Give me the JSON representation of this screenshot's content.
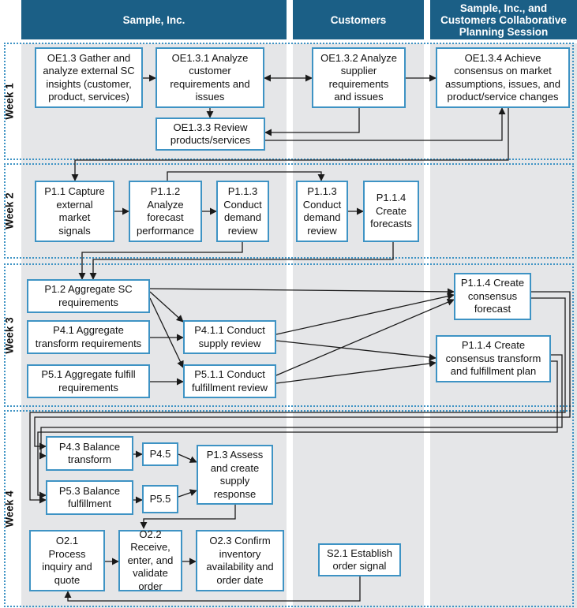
{
  "lanes": [
    {
      "id": "sample",
      "title": "Sample, Inc."
    },
    {
      "id": "customers",
      "title": "Customers"
    },
    {
      "id": "collab",
      "title": "Sample, Inc., and\nCustomers Collaborative\nPlanning Session"
    }
  ],
  "weeks": [
    "Week 1",
    "Week 2",
    "Week 3",
    "Week 4"
  ],
  "nodes": {
    "oe1_3": "OE1.3 Gather and\nanalyze external SC\ninsights (customer,\nproduct, services)",
    "oe1_3_1": "OE1.3.1 Analyze\ncustomer\nrequirements and\nissues",
    "oe1_3_2": "OE1.3.2 Analyze\nsupplier\nrequirements\nand issues",
    "oe1_3_4": "OE1.3.4 Achieve\nconsensus on market\nassumptions, issues, and\nproduct/service changes",
    "oe1_3_3": "OE1.3.3 Review\nproducts/services",
    "p1_1": "P1.1 Capture\nexternal\nmarket\nsignals",
    "p1_1_2": "P1.1.2\nAnalyze\nforecast\nperformance",
    "p1_1_3a": "P1.1.3\nConduct\ndemand\nreview",
    "p1_1_3b": "P1.1.3\nConduct\ndemand\nreview",
    "p1_1_4a": "P1.1.4\nCreate\nforecasts",
    "p1_2": "P1.2 Aggregate SC\nrequirements",
    "p4_1": "P4.1 Aggregate\ntransform requirements",
    "p5_1": "P5.1 Aggregate fulfill\nrequirements",
    "p4_1_1": "P4.1.1 Conduct\nsupply review",
    "p5_1_1": "P5.1.1 Conduct\nfulfillment review",
    "p1_1_4b": "P1.1.4 Create\nconsensus\nforecast",
    "p1_1_4c": "P1.1.4 Create\nconsensus transform\nand fulfillment plan",
    "p4_3": "P4.3 Balance\ntransform",
    "p4_5": "P4.5",
    "p5_3": "P5.3 Balance\nfulfillment",
    "p5_5": "P5.5",
    "p1_3": "P1.3 Assess\nand create\nsupply\nresponse",
    "o2_1": "O2.1\nProcess\ninquiry and\nquote",
    "o2_2": "O2.2\nReceive,\nenter, and\nvalidate order",
    "o2_3": "O2.3 Confirm\ninventory\navailability and\norder date",
    "s2_1": "S2.1 Establish\norder signal"
  },
  "colors": {
    "header": "#1b5f86",
    "lane": "#e5e6e8",
    "border": "#3e93c4",
    "arrow": "#1a1a1a"
  }
}
